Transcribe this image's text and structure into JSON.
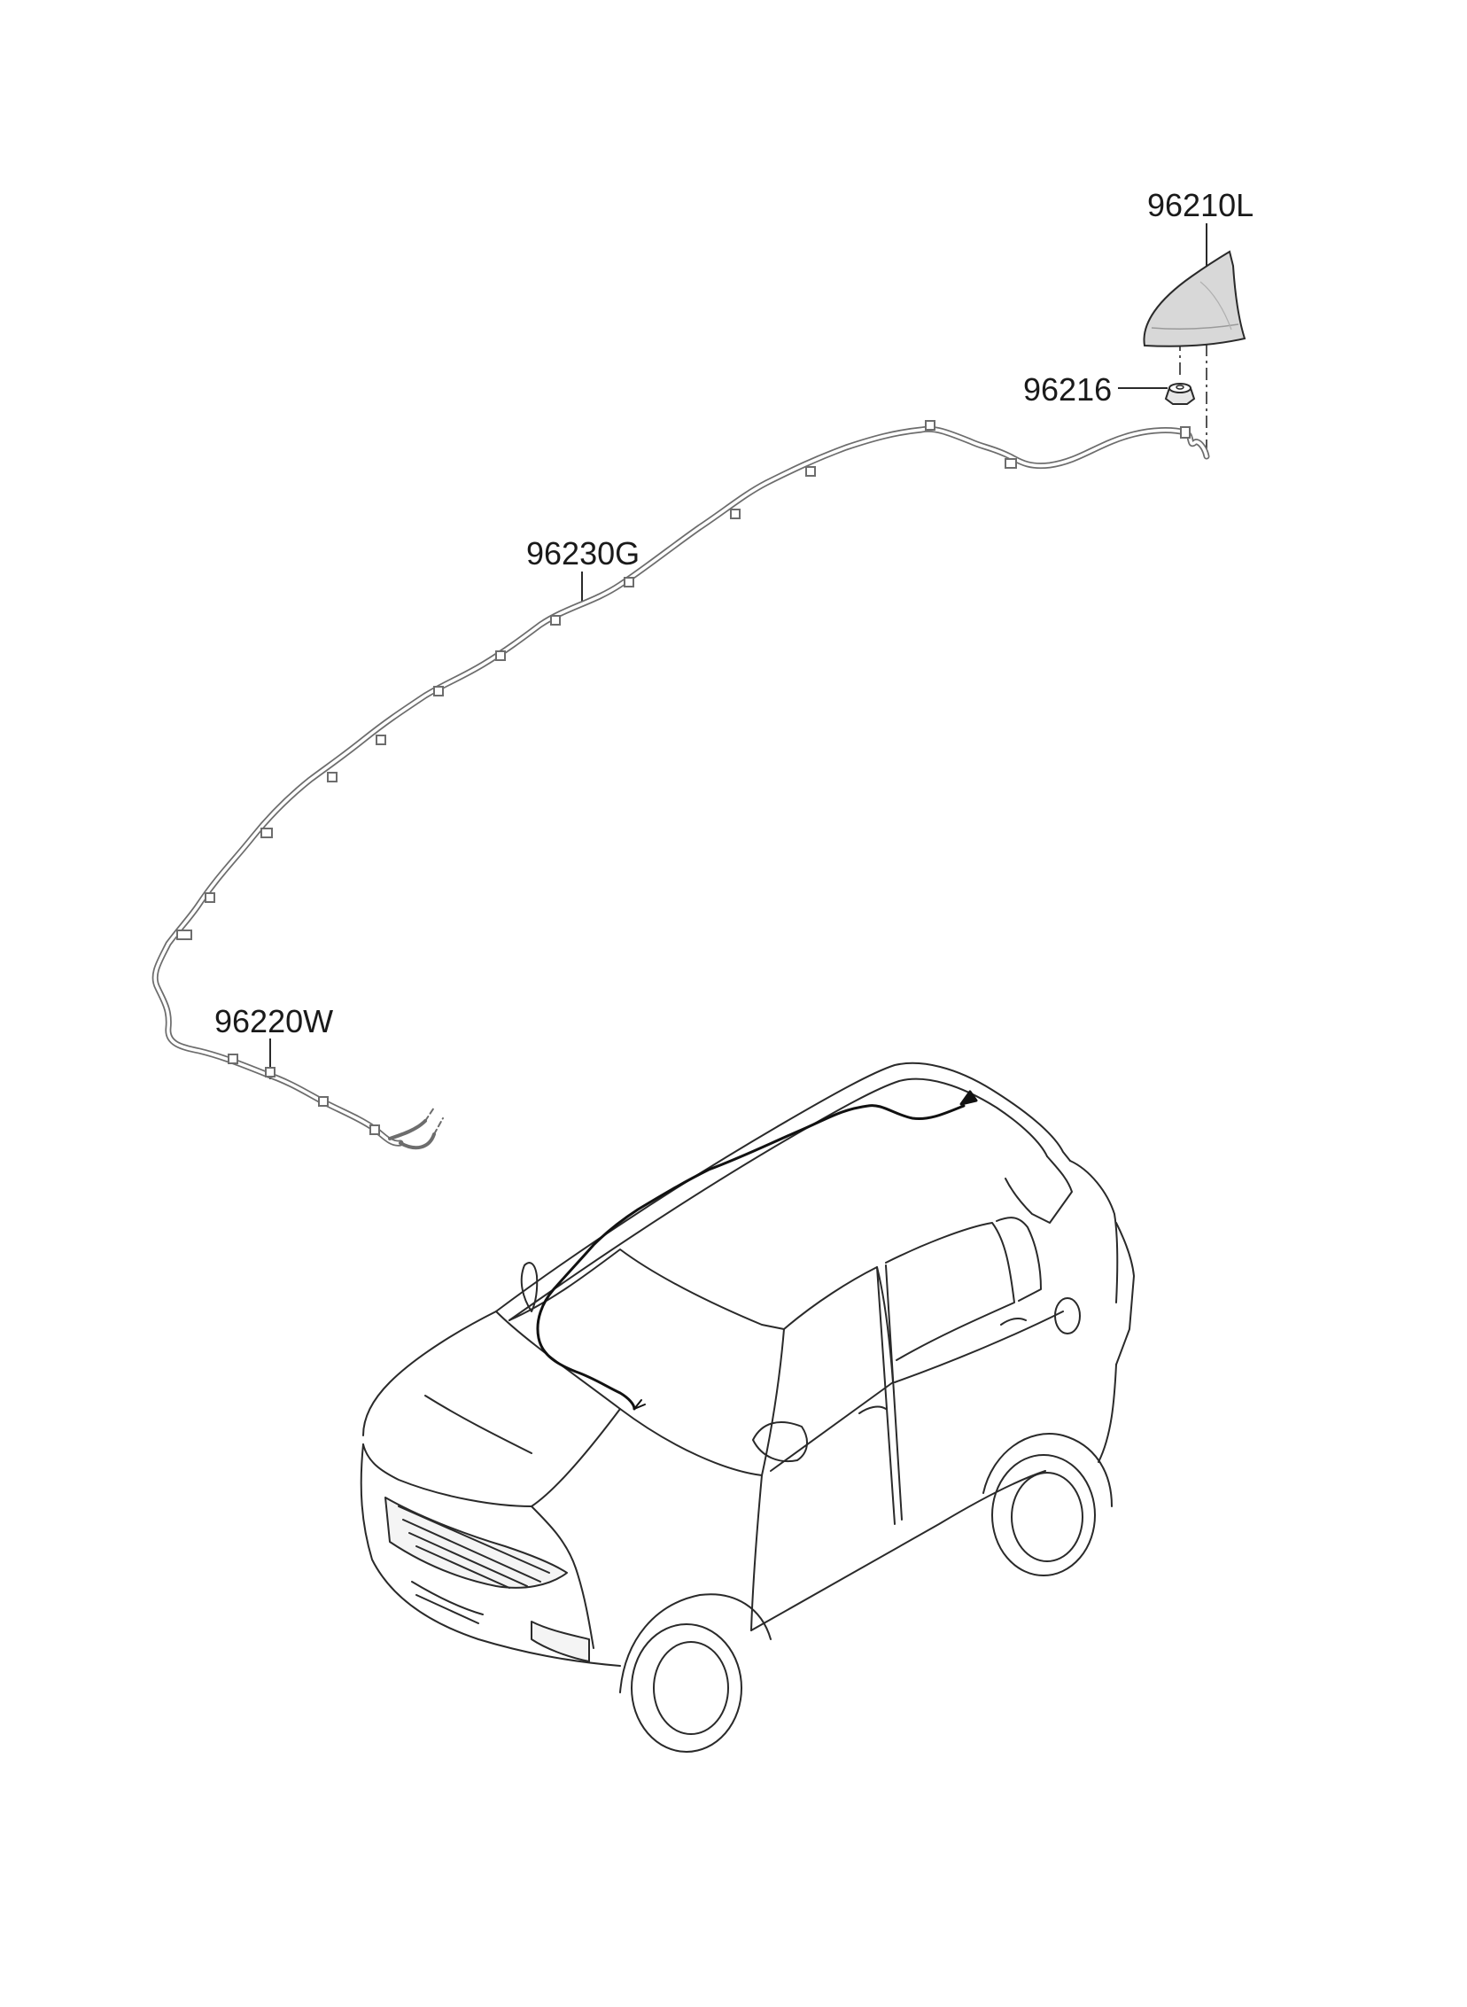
{
  "parts": [
    {
      "id": "antenna",
      "number": "96210L"
    },
    {
      "id": "nut",
      "number": "96216"
    },
    {
      "id": "roof-feeder-cable",
      "number": "96230G"
    },
    {
      "id": "front-extension-cable",
      "number": "96220W"
    }
  ],
  "colors": {
    "line": "#2a2a2a",
    "cable": "#7f7f7f",
    "antenna_fill": "#d8d8d8",
    "vehicle_cable": "#111111"
  }
}
